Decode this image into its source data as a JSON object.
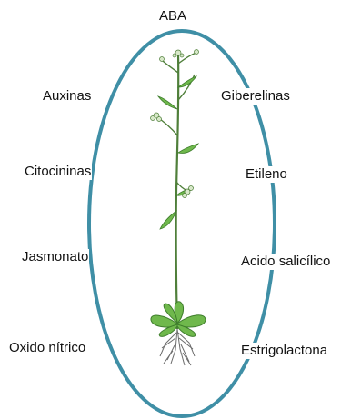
{
  "diagram": {
    "top_label": "ABA",
    "left_labels": [
      "Auxinas",
      "Citocininas",
      "Jasmonato",
      "Oxido nítrico"
    ],
    "right_labels": [
      "Giberelinas",
      "Etileno",
      "Acido salicílico",
      "Estrigolactona"
    ],
    "ellipse_color": "#3f8fa6",
    "plant": {
      "stem_color": "#4f7f3a",
      "leaf_color": "#6fb84c",
      "leaf_dark_color": "#3e7d2c",
      "root_color": "#6b6b6b",
      "icon": "arabidopsis-plant-icon"
    }
  }
}
